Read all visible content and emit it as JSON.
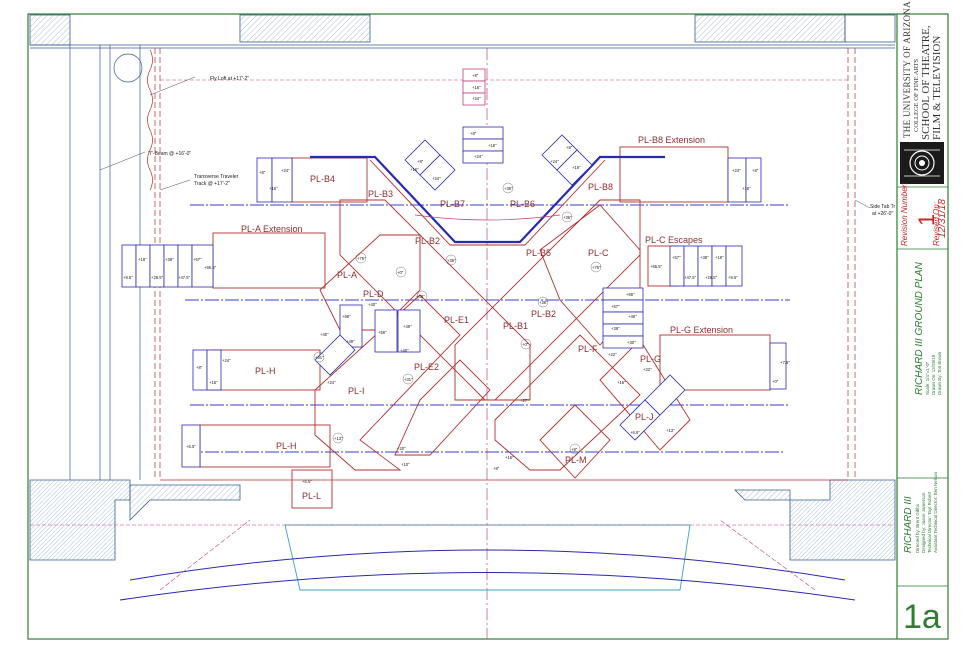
{
  "title_block": {
    "university": "THE UNIVERSITY OF ARIZONA",
    "college": "COLLEGE OF FINE ARTS",
    "school_line1": "SCHOOL OF THEATRE,",
    "school_line2": "FILM & TELEVISION",
    "revision_label": "Revision Number:",
    "revision_number": "1",
    "revised_label": "Revised On:",
    "revised_date": "12/31/18",
    "drawing_title": "RICHARD III GROUND PLAN",
    "scale": "Scale: 1/4\"=1'-0\"",
    "drawn_date": "Drawn On: 12/28/18",
    "drawn_by": "Drawn By: Tori Brown",
    "production": "RICHARD III",
    "directed_by": "Directed by: Brent Gibbs",
    "designed_by": "Designed by: Jason Jamerson",
    "tech_director": "Technical Director: Tayt Robert",
    "asst_tech_director": "Assistant Technical Director: Ben Nelson",
    "sheet_number": "1a"
  },
  "annotations": {
    "fly_loft": "Fly Loft at +17'-2\"",
    "i_beam": "\"I\"-Beam @ +16'-0\"",
    "traveler_line1": "Transverse Traveler",
    "traveler_line2": "Track @ +17'-2\"",
    "side_tab_line1": "Side Tab Tr",
    "side_tab_line2": "at +26'-0\""
  },
  "platforms": {
    "b4": "PL-B4",
    "b3": "PL-B3",
    "b7": "PL-B7",
    "b6": "PL-B6",
    "b8": "PL-B8",
    "b8_ext": "PL-B8 Extension",
    "a_ext": "PL-A Extension",
    "b2": "PL-B2",
    "b5": "PL-B5",
    "c": "PL-C",
    "c_esc": "PL-C Escapes",
    "a": "PL-A",
    "d": "PL-D",
    "e1": "PL-E1",
    "b1": "PL-B1",
    "b2b": "PL-B2",
    "f": "PL-F",
    "g": "PL-G",
    "g_ext": "PL-G Extension",
    "h1": "PL-H",
    "e2": "PL-E2",
    "i": "PL-I",
    "j": "PL-J",
    "h2": "PL-H",
    "m": "PL-M",
    "l": "PL-L"
  },
  "dimensions": {
    "top1": "+8\"",
    "top2": "+16\"",
    "top3": "+24\"",
    "b7a": "+8\"",
    "b7b": "+16\"",
    "b7c": "+24\"",
    "b3a": "+8\"",
    "b3b": "+16\"",
    "b3c": "+24\"",
    "b8a": "+8\"",
    "b8b": "+16\"",
    "b8c": "+24\"",
    "b4a": "+8\"",
    "b4b": "+24\"",
    "b4c": "+16\"",
    "rb8a": "+24\"",
    "rb8b": "+8\"",
    "rb8c": "+16\"",
    "c36": "+36\"",
    "c36b": "+36\"",
    "a75": "+75\"",
    "b2_36": "+36\"",
    "c75": "+75\"",
    "ae1": "+19\"",
    "ae2": "+38\"",
    "ae3": "+57\"",
    "ae4": "+9.5\"",
    "ae5": "+28.5\"",
    "ae6": "+47.5\"",
    "ae7": "+66.5\"",
    "ce1": "+66.5\"",
    "ce2": "+57\"",
    "ce3": "+38\"",
    "ce4": "+19\"",
    "ce5": "+47.5\"",
    "ce6": "+28.5\"",
    "ce7": "+9.5\"",
    "d0": "+0\"",
    "d33": "+33\"",
    "d_s1": "+40\"",
    "d_s2": "+58\"",
    "d_s3": "+49\"",
    "d_s4": "+56\"",
    "d_s5": "+40\"",
    "d_s6": "+49\"",
    "d_s7": "+40\"",
    "b2_36b": "+36\"",
    "b1_0": "+0\"",
    "g66": "+66\"",
    "g57": "+57\"",
    "g48": "+48\"",
    "g39": "+39\"",
    "g30": "+30\"",
    "g22": "+22\"",
    "f22": "+22\"",
    "gx75": "+7.5\"",
    "gx0": "+0\"",
    "h24": "+24\"",
    "h8": "+8\"",
    "h16": "+16\"",
    "h31": "+31\"",
    "i24": "+24\"",
    "e2_31": "+31\"",
    "e1_27": "+27\"",
    "j16": "+16\"",
    "j13": "+13\"",
    "j65": "+6.5\"",
    "h2_13": "+13\"",
    "h2_65": "+6.5\"",
    "e2_20": "+20\"",
    "e2_10": "+10\"",
    "m9": "+9\"",
    "f16": "+16\"",
    "f8": "+8\"",
    "l65": "+6.5\""
  }
}
